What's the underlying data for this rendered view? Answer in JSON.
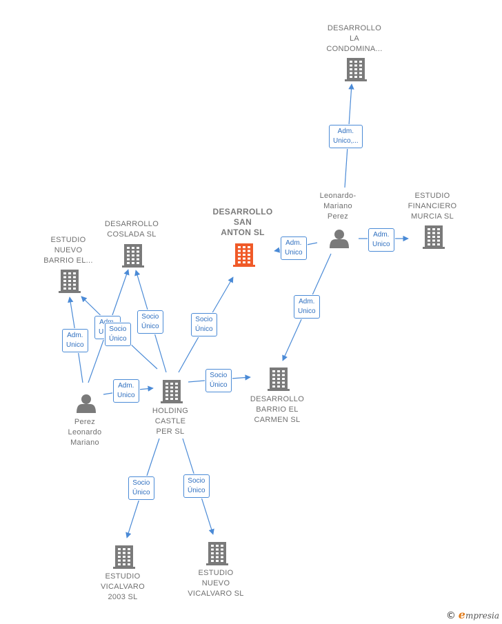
{
  "colors": {
    "edge": "#4a8ad6",
    "node": "#7a7a7a",
    "focus": "#f05a28"
  },
  "nodes": [
    {
      "id": "desarrollo_condomina",
      "type": "company",
      "label": "DESARROLLO\nLA\nCONDOMINA..."
    },
    {
      "id": "leonardo_mariano_perez",
      "type": "person",
      "label": "Leonardo-\nMariano\nPerez"
    },
    {
      "id": "estudio_financiero_murcia",
      "type": "company",
      "label": "ESTUDIO\nFINANCIERO\nMURCIA SL"
    },
    {
      "id": "desarrollo_san_anton",
      "type": "focus",
      "label": "DESARROLLO\nSAN\nANTON SL"
    },
    {
      "id": "desarrollo_coslada",
      "type": "company",
      "label": "DESARROLLO\nCOSLADA SL"
    },
    {
      "id": "estudio_nuevo_barrio",
      "type": "company",
      "label": "ESTUDIO\nNUEVO\nBARRIO EL..."
    },
    {
      "id": "perez_leonardo_mariano",
      "type": "person",
      "label": "Perez\nLeonardo\nMariano"
    },
    {
      "id": "holding_castle_per",
      "type": "company",
      "label": "HOLDING\nCASTLE\nPER SL"
    },
    {
      "id": "desarrollo_barrio_carmen",
      "type": "company",
      "label": "DESARROLLO\nBARRIO EL\nCARMEN SL"
    },
    {
      "id": "estudio_vicalvaro_2003",
      "type": "company",
      "label": "ESTUDIO\nVICALVARO\n2003 SL"
    },
    {
      "id": "estudio_nuevo_vicalvaro",
      "type": "company",
      "label": "ESTUDIO\nNUEVO\nVICALVARO SL"
    }
  ],
  "edges": [
    {
      "id": "e1",
      "from": "leonardo_mariano_perez",
      "to": "desarrollo_condomina",
      "label": "Adm.\nUnico,..."
    },
    {
      "id": "e2",
      "from": "leonardo_mariano_perez",
      "to": "estudio_financiero_murcia",
      "label": "Adm.\nUnico"
    },
    {
      "id": "e3",
      "from": "leonardo_mariano_perez",
      "to": "desarrollo_san_anton",
      "label": "Adm.\nUnico"
    },
    {
      "id": "e4",
      "from": "leonardo_mariano_perez",
      "to": "desarrollo_barrio_carmen",
      "label": "Adm.\nUnico"
    },
    {
      "id": "e5",
      "from": "perez_leonardo_mariano",
      "to": "estudio_nuevo_barrio",
      "label": "Adm.\nUnico"
    },
    {
      "id": "e6",
      "from": "perez_leonardo_mariano",
      "to": "desarrollo_coslada",
      "label": "Adm.\nUnico"
    },
    {
      "id": "e7",
      "from": "perez_leonardo_mariano",
      "to": "holding_castle_per",
      "label": "Adm.\nUnico"
    },
    {
      "id": "e8",
      "from": "holding_castle_per",
      "to": "estudio_nuevo_barrio",
      "label": "Socio\nÚnico"
    },
    {
      "id": "e9",
      "from": "holding_castle_per",
      "to": "desarrollo_coslada",
      "label": "Socio\nÚnico"
    },
    {
      "id": "e10",
      "from": "holding_castle_per",
      "to": "desarrollo_san_anton",
      "label": "Socio\nÚnico"
    },
    {
      "id": "e11",
      "from": "holding_castle_per",
      "to": "desarrollo_barrio_carmen",
      "label": "Socio\nÚnico"
    },
    {
      "id": "e12",
      "from": "holding_castle_per",
      "to": "estudio_vicalvaro_2003",
      "label": "Socio\nÚnico"
    },
    {
      "id": "e13",
      "from": "holding_castle_per",
      "to": "estudio_nuevo_vicalvaro",
      "label": "Socio\nÚnico"
    }
  ],
  "footer": {
    "copyright": "©",
    "brand_initial": "e",
    "brand_rest": "mpresia"
  }
}
